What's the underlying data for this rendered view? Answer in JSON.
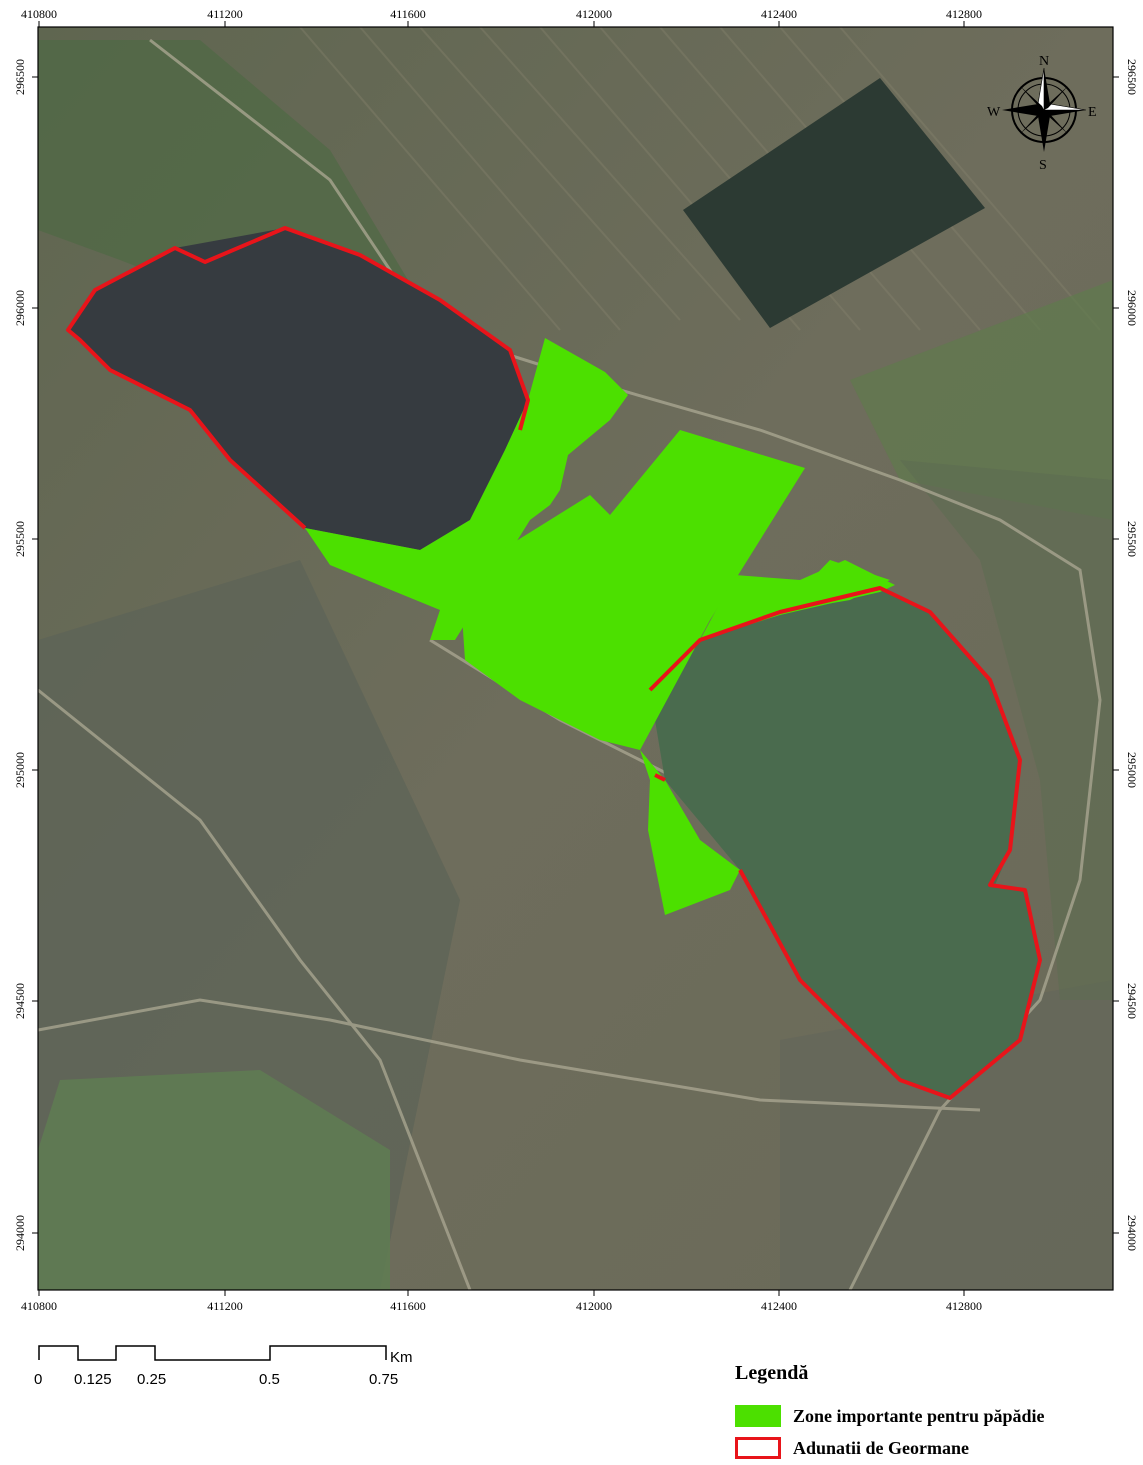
{
  "map": {
    "x_ticks": [
      "410800",
      "411200",
      "411600",
      "412000",
      "412400",
      "412800"
    ],
    "y_ticks": [
      "296500",
      "296000",
      "295500",
      "295000",
      "294500",
      "294000"
    ],
    "compass": {
      "n": "N",
      "s": "S",
      "e": "E",
      "w": "W"
    },
    "colors": {
      "zone": "#4ce000",
      "boundary": "#e8141a"
    }
  },
  "scale_bar": {
    "unit": "Km",
    "labels": [
      "0",
      "0.125",
      "0.25",
      "0.5",
      "0.75"
    ]
  },
  "legend": {
    "title": "Legendă",
    "items": [
      {
        "label": "Zone importante pentru păpădie",
        "color": "#4ce000",
        "kind": "fill"
      },
      {
        "label": "Adunatii de Geormane",
        "color": "#e8141a",
        "kind": "outline"
      }
    ]
  }
}
